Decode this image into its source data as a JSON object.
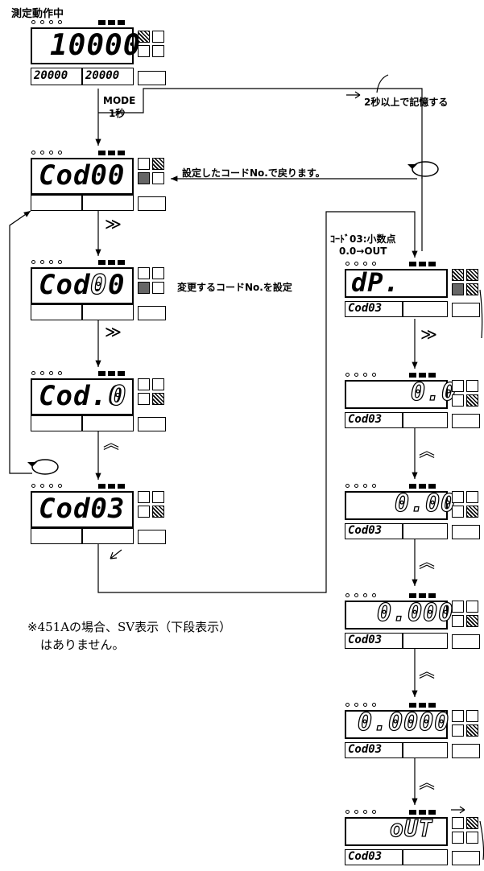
{
  "title": "測定動作中",
  "mode_label": "MODE",
  "mode_sec": "1秒",
  "save_note": "2秒以上で記憶する",
  "return_note": "設定したコードNo.で戻ります。",
  "set_note": "変更するコードNo.を設定",
  "code03_line1": "ｺｰﾄﾞ03:小数点",
  "code03_line2": "0.0→OUT",
  "footnote_line1": "※451Aの場合、SV表示（下段表示）",
  "footnote_line2": "はありません。",
  "arrow_right": "≫",
  "arrow_up": "︽",
  "displays": {
    "meas": {
      "main": "10000",
      "sub1": "20000",
      "sub2": "20000"
    },
    "cod00a": {
      "main": "Cod00"
    },
    "cod00b": {
      "main_a": "Cod.",
      "main_b": "0",
      "main_c": "0"
    },
    "cod00c": {
      "main_a": "Cod.0",
      "main_b": "0"
    },
    "cod03a": {
      "main": "Cod03"
    },
    "dp": {
      "main": "dP.",
      "sub1": "Cod03"
    },
    "r1": {
      "main": "0.0",
      "sub1": "Cod03"
    },
    "r2": {
      "main": "0.00",
      "sub1": "Cod03"
    },
    "r3": {
      "main": "0.000",
      "sub1": "Cod03"
    },
    "r4": {
      "main": "0.0000",
      "sub1": "Cod03"
    },
    "r5": {
      "main": "oUT",
      "sub1": "Cod03"
    }
  }
}
